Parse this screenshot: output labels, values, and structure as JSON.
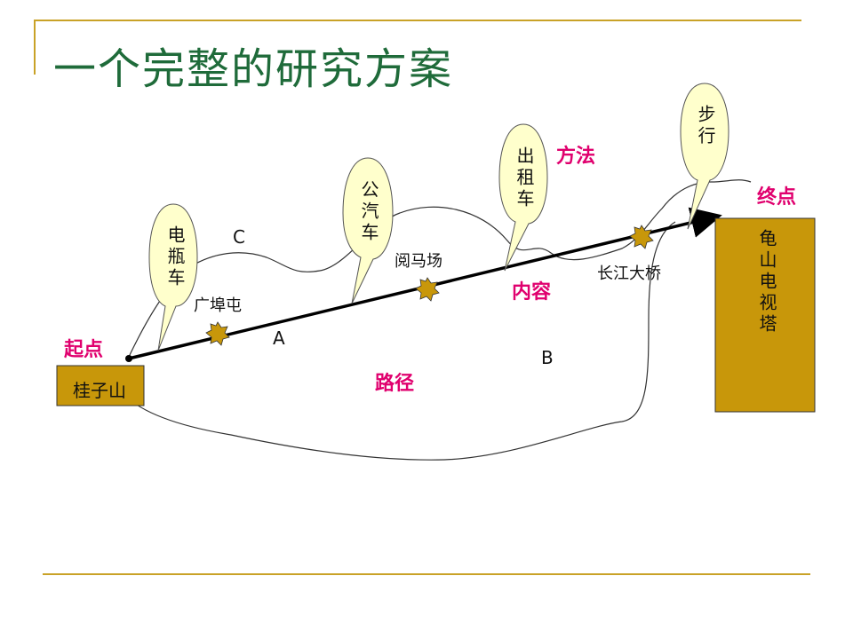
{
  "title": "一个完整的研究方案",
  "diagram": {
    "start_label": "起点",
    "end_label": "终点",
    "start_place": "桂子山",
    "end_place": "龟山电视塔",
    "method_label": "方法",
    "content_label": "内容",
    "path_label": "路径",
    "route_a": "A",
    "route_b": "B",
    "route_c": "C",
    "stops": [
      "广埠屯",
      "阅马场",
      "长江大桥"
    ],
    "vehicles": [
      "电瓶车",
      "公汽车",
      "出租车",
      "步行"
    ]
  },
  "colors": {
    "title": "#1f6b3a",
    "accent": "#c9a227",
    "box": "#c8970a",
    "highlight": "#e0006e",
    "balloon": "#ffffcc"
  }
}
